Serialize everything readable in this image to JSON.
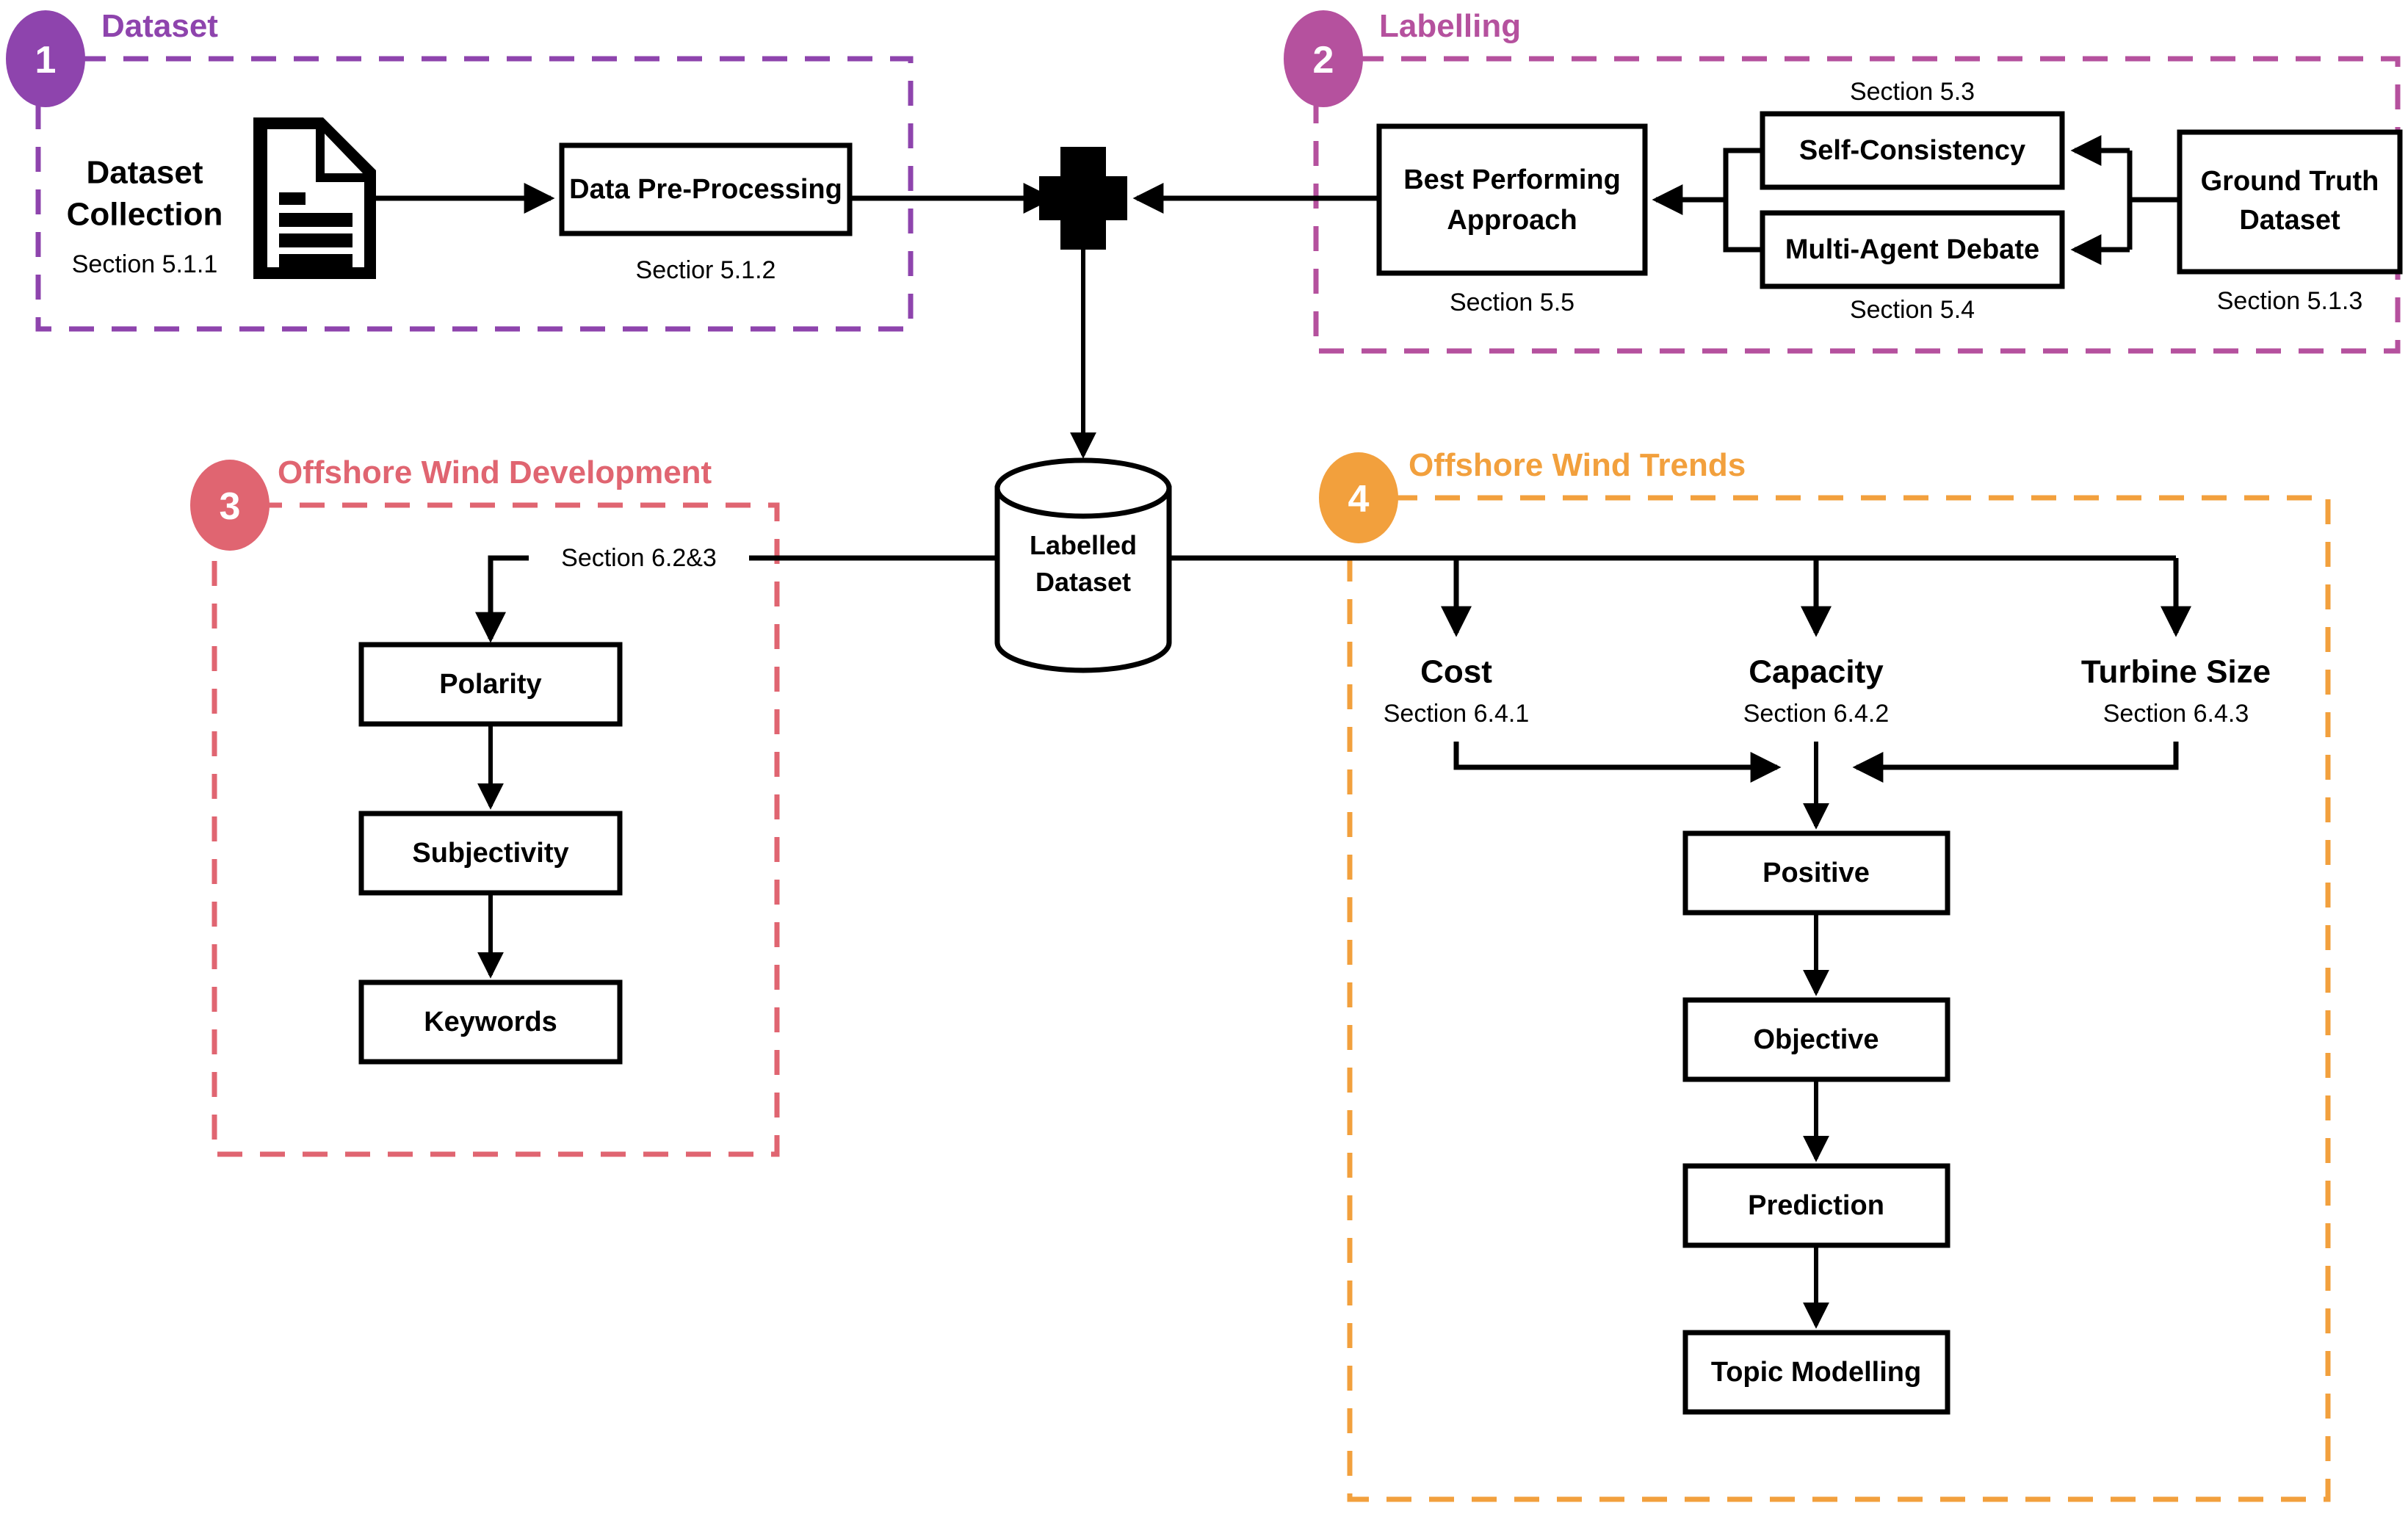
{
  "diagram": {
    "title": "Research methodology flowchart",
    "groups": [
      {
        "number": "1",
        "title": "Dataset",
        "color": "#8E44AD",
        "nodes": [
          {
            "label": "Dataset\nCollection",
            "line1": "Dataset",
            "line2": "Collection",
            "section": "Section 5.1.1",
            "icon": "document-icon"
          },
          {
            "label": "Data Pre-Processing",
            "section": "Sectior 5.1.2"
          }
        ]
      },
      {
        "number": "2",
        "title": "Labelling",
        "color": "#B5519E",
        "nodes": [
          {
            "label": "Best Performing\nApproach",
            "line1": "Best Performing",
            "line2": "Approach",
            "section": "Section 5.5"
          },
          {
            "label": "Self-Consistency",
            "section": "Section 5.3"
          },
          {
            "label": "Multi-Agent Debate",
            "section": "Section 5.4"
          },
          {
            "label": "Ground Truth\nDataset",
            "line1": "Ground Truth",
            "line2": "Dataset",
            "section": "Section 5.1.3"
          }
        ]
      },
      {
        "number": "3",
        "title": "Offshore Wind Development",
        "color": "#E06571",
        "inbound_label": "Section 6.2&3",
        "nodes": [
          {
            "label": "Polarity"
          },
          {
            "label": "Subjectivity"
          },
          {
            "label": "Keywords"
          }
        ]
      },
      {
        "number": "4",
        "title": "Offshore Wind Trends",
        "color": "#F2A03D",
        "branches": [
          {
            "label": "Cost",
            "section": "Section 6.4.1"
          },
          {
            "label": "Capacity",
            "section": "Section 6.4.2"
          },
          {
            "label": "Turbine Size",
            "section": "Section 6.4.3"
          }
        ],
        "nodes": [
          {
            "label": "Positive"
          },
          {
            "label": "Objective"
          },
          {
            "label": "Prediction"
          },
          {
            "label": "Topic Modelling"
          }
        ]
      }
    ],
    "center": {
      "merge_icon": "plus-icon",
      "datastore_line1": "Labelled",
      "datastore_line2": "Dataset",
      "datastore_icon": "cylinder-database-icon"
    }
  }
}
